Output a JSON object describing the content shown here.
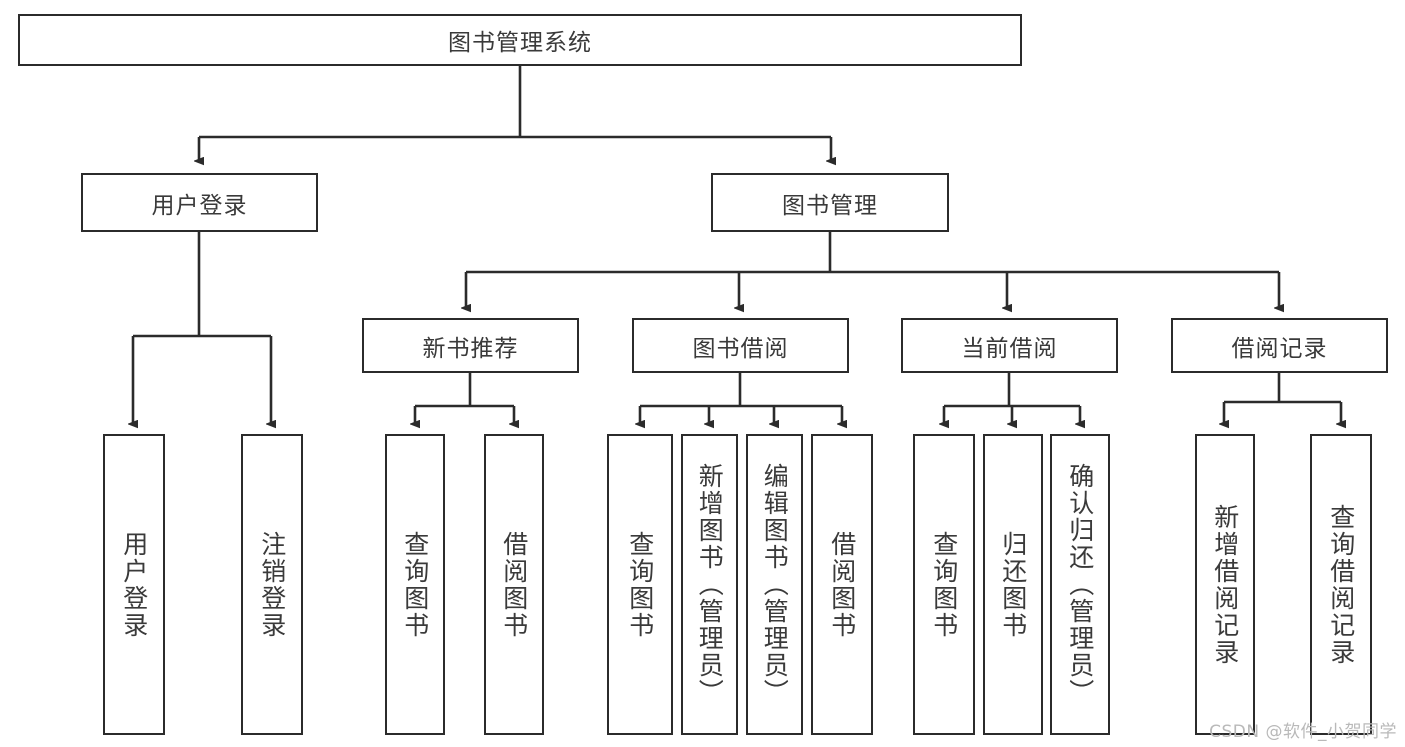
{
  "diagram": {
    "title": "图书管理系统",
    "type": "hierarchy-tree",
    "root": {
      "label": "图书管理系统"
    },
    "level2": [
      {
        "label": "用户登录"
      },
      {
        "label": "图书管理"
      }
    ],
    "level3": [
      {
        "label": "新书推荐"
      },
      {
        "label": "图书借阅"
      },
      {
        "label": "当前借阅"
      },
      {
        "label": "借阅记录"
      }
    ],
    "leaves": {
      "user_login": [
        {
          "label": "用户登录"
        },
        {
          "label": "注销登录"
        }
      ],
      "new_book_recommend": [
        {
          "label": "查询图书"
        },
        {
          "label": "借阅图书"
        }
      ],
      "book_borrow": [
        {
          "label": "查询图书"
        },
        {
          "label": "新增图书（管理员）"
        },
        {
          "label": "编辑图书（管理员）"
        },
        {
          "label": "借阅图书"
        }
      ],
      "current_borrow": [
        {
          "label": "查询图书"
        },
        {
          "label": "归还图书"
        },
        {
          "label": "确认归还（管理员）"
        }
      ],
      "borrow_record": [
        {
          "label": "新增借阅记录"
        },
        {
          "label": "查询借阅记录"
        }
      ]
    }
  },
  "watermark": {
    "text": "CSDN @软件_小贺同学"
  },
  "colors": {
    "stroke": "#2b2b2b",
    "text": "#3a3a3a",
    "background": "#ffffff",
    "watermark": "#b9b9b9"
  }
}
